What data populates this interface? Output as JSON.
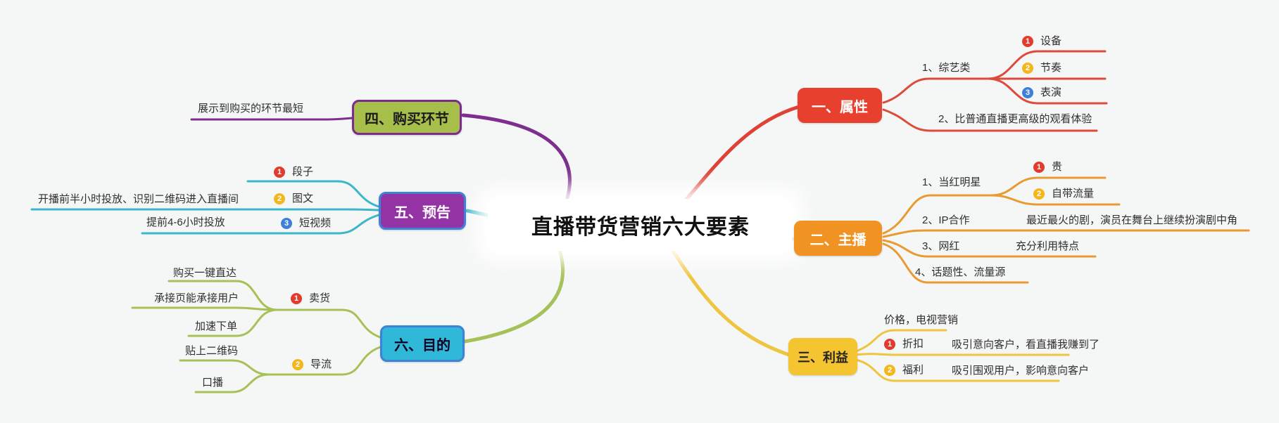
{
  "title": "直播带货营销六大要素",
  "branches": {
    "attribute": {
      "label": "一、属性",
      "child1": "1、综艺类",
      "sub1": {
        "num": "1",
        "text": "设备"
      },
      "sub2": {
        "num": "2",
        "text": "节奏"
      },
      "sub3": {
        "num": "3",
        "text": "表演"
      },
      "child2": "2、比普通直播更高级的观看体验"
    },
    "host": {
      "label": "二、主播",
      "child1": "1、当红明星",
      "sub1": {
        "num": "1",
        "text": "贵"
      },
      "sub2": {
        "num": "2",
        "text": "自带流量"
      },
      "child2": "2、IP合作",
      "child2_note": "最近最火的剧，演员在舞台上继续扮演剧中角",
      "child3": "3、网红",
      "child3_note": "充分利用特点",
      "child4": "4、话题性、流量源"
    },
    "benefit": {
      "label": "三、利益",
      "child1": "价格，电视营销",
      "sub1": {
        "num": "1",
        "text": "折扣",
        "note": "吸引意向客户，看直播我赚到了"
      },
      "sub2": {
        "num": "2",
        "text": "福利",
        "note": "吸引围观用户，影响意向客户"
      }
    },
    "purchase": {
      "label": "四、购买环节",
      "child1": "展示到购买的环节最短"
    },
    "preview": {
      "label": "五、预告",
      "sub1": {
        "num": "1",
        "text": "段子"
      },
      "sub2": {
        "num": "2",
        "text": "图文",
        "note": "开播前半小时投放、识别二维码进入直播间"
      },
      "sub3": {
        "num": "3",
        "text": "短视频",
        "note": "提前4-6小时投放"
      }
    },
    "purpose": {
      "label": "六、目的",
      "sub1": {
        "num": "1",
        "text": "卖货"
      },
      "sub1_items": {
        "a": "购买一键直达",
        "b": "承接页能承接用户",
        "c": "加速下单"
      },
      "sub2": {
        "num": "2",
        "text": "导流"
      },
      "sub2_items": {
        "a": "贴上二维码",
        "b": "口播"
      }
    }
  },
  "colors": {
    "red": "#e8402f",
    "orange": "#f09322",
    "yellow": "#f5c431",
    "purple": "#7c2c8c",
    "cyan": "#35b5c9",
    "green": "#a5c356",
    "blue_border": "#3e82d8",
    "badge_red": "#e23b2e",
    "badge_yellow": "#f3b61b",
    "badge_blue": "#3d7fd9"
  }
}
